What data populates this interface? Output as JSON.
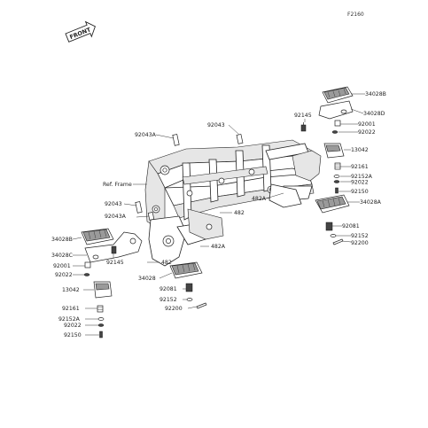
{
  "figure_id": "F2160",
  "front_label": "FRONT",
  "ref_frame": "Ref. Frame",
  "labels": {
    "p34028B_r": "34028B",
    "p34028D": "34028D",
    "p92145_r": "92145",
    "p92001_r": "92001",
    "p92022_r1": "92022",
    "p13042_r": "13042",
    "p92161_r": "92161",
    "p92152A_r": "92152A",
    "p92022_r2": "92022",
    "p92150_r": "92150",
    "p34028A_r": "34028A",
    "p92081_r": "92081",
    "p92152_r": "92152",
    "p92200_r": "92200",
    "p92043": "92043",
    "p92043A_top": "92043A",
    "p92043_mid": "92043",
    "p92043A_mid": "92043A",
    "p482_mid": "482",
    "p482A_r": "482A",
    "p482A_c": "482A",
    "p34028B_l": "34028B",
    "p34028C": "34028C",
    "p92145_l": "92145",
    "p482_c": "482",
    "p92001_l": "92001",
    "p92022_l1": "92022",
    "p13042_l": "13042",
    "p34028A_c": "34028",
    "p92081_c": "92081",
    "p92152_c": "92152",
    "p92200_c": "92200",
    "p92161_l": "92161",
    "p92152A_l": "92152A",
    "p92022_l2": "92022",
    "p92150_l": "92150"
  }
}
